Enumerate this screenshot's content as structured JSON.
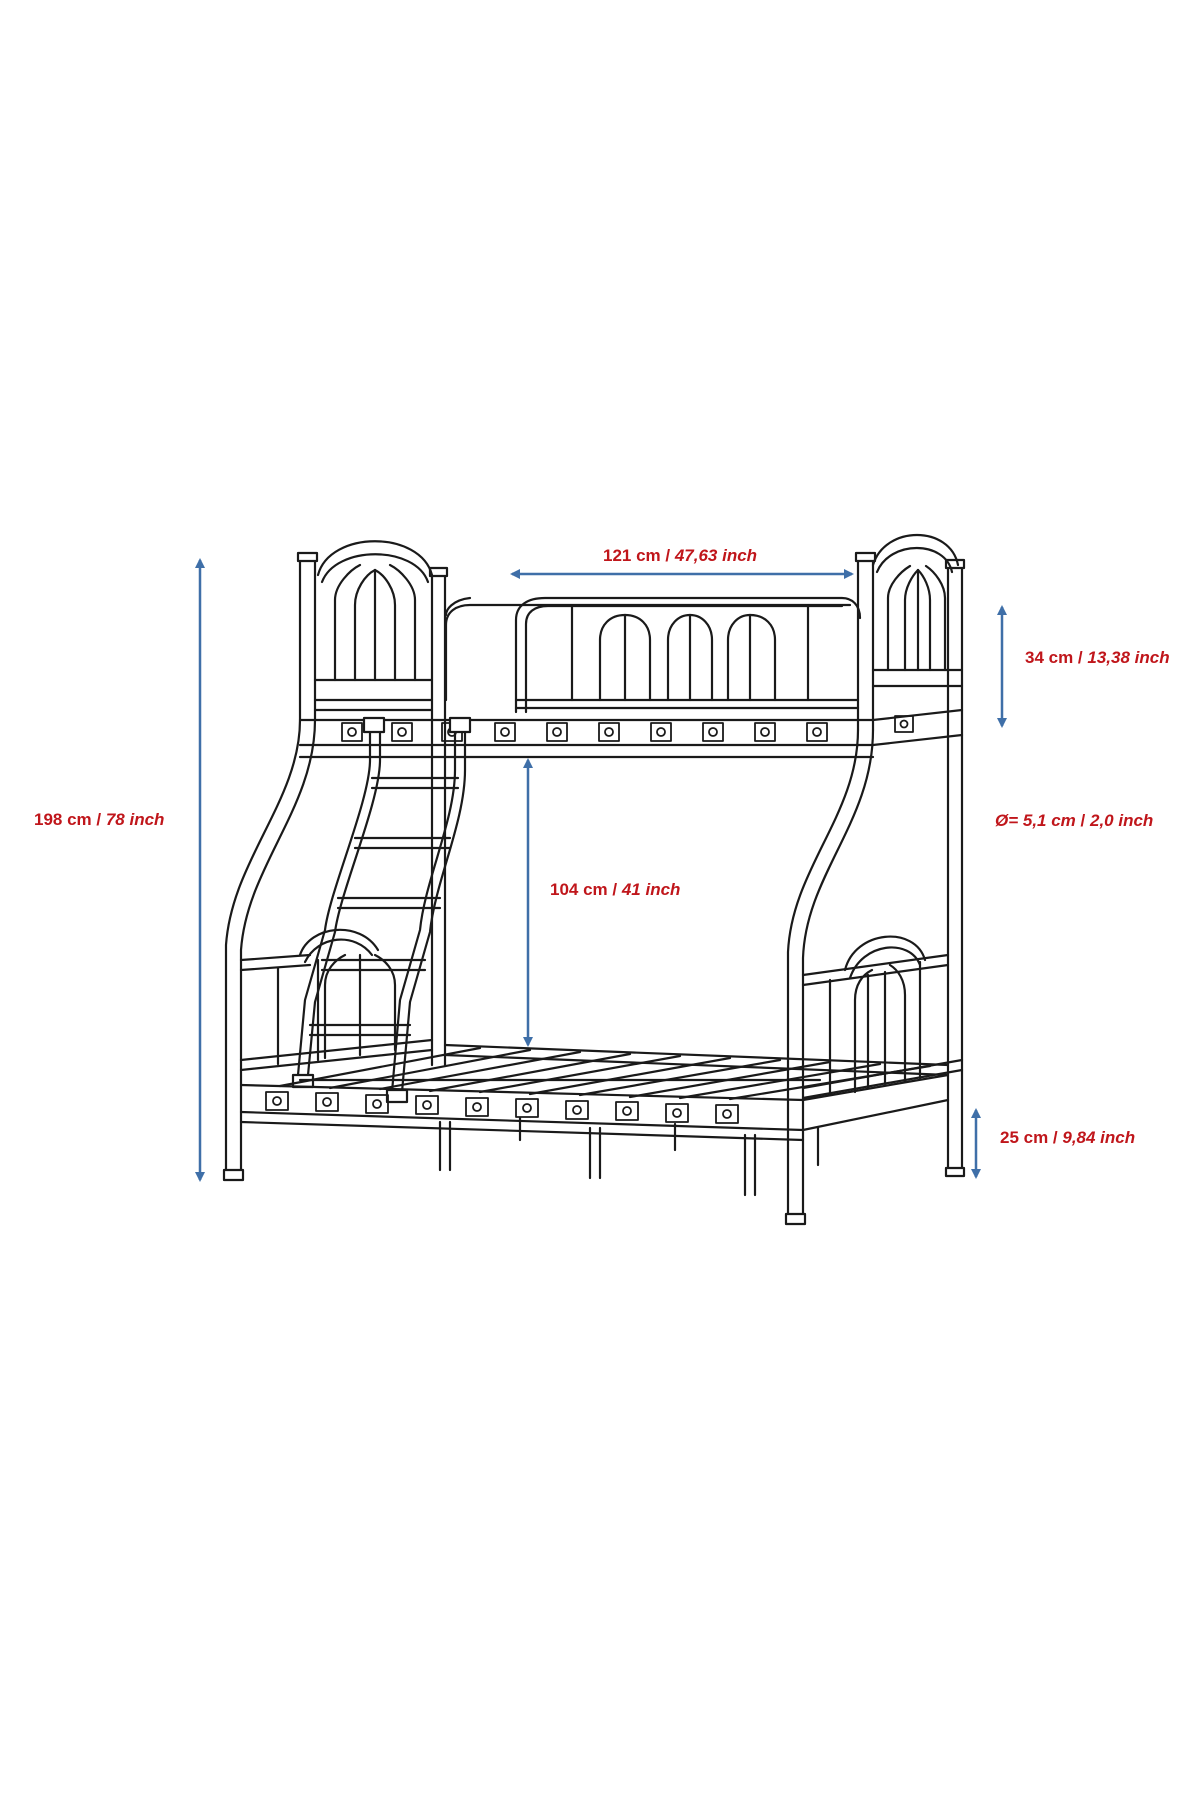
{
  "colors": {
    "label": "#c0161b",
    "arrow": "#3f6fa8",
    "line": "#1a1a1a"
  },
  "dimensions": {
    "overall_height": {
      "metric": "198 cm",
      "imperial": "78 inch"
    },
    "top_width": {
      "metric": "121 cm",
      "imperial": "47,63 inch"
    },
    "rail_height": {
      "metric": "34 cm",
      "imperial": "13,38 inch"
    },
    "tube_diameter": {
      "metric": "Ø= 5,1 cm",
      "imperial": "2,0 inch"
    },
    "bunk_clearance": {
      "metric": "104 cm",
      "imperial": "41 inch"
    },
    "floor_clearance": {
      "metric": "25 cm",
      "imperial": "9,84 inch"
    }
  }
}
